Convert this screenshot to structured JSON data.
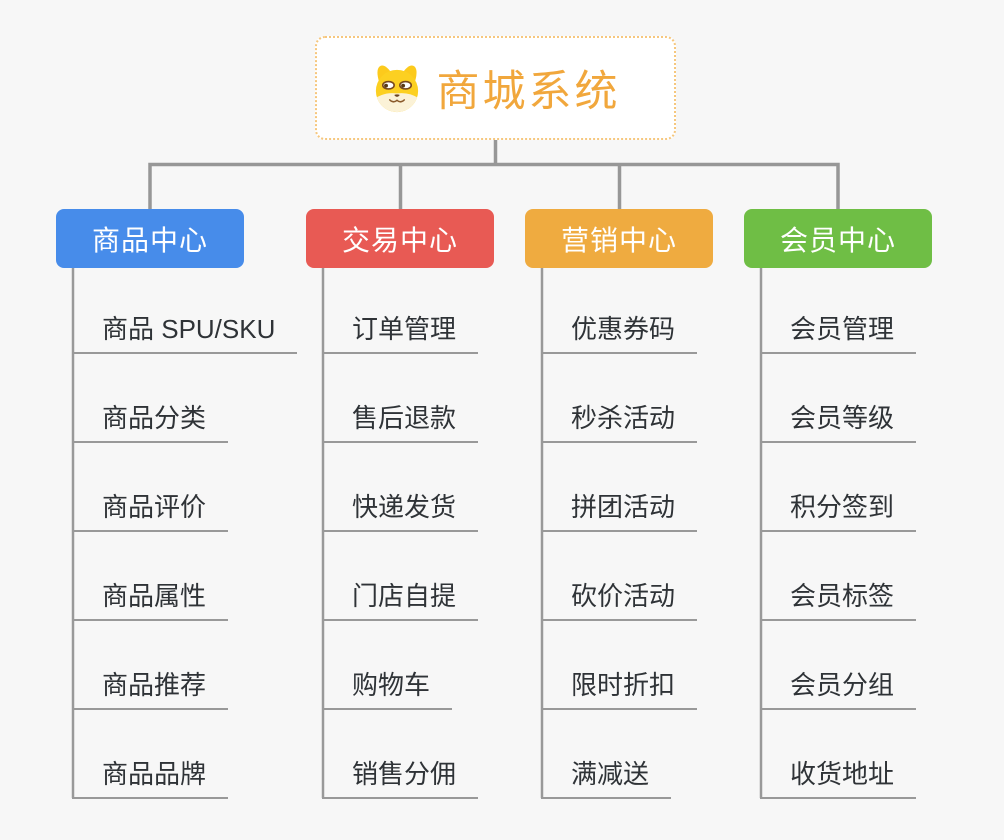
{
  "app": {
    "background_color": "#f7f7f7",
    "connector_color": "#979797",
    "branch_line_color": "#999999",
    "leaf_text_color": "#2f3337"
  },
  "root": {
    "title": "商城系统",
    "icon": "doge-icon",
    "title_color": "#f1a73c",
    "border_color": "#f6c77e"
  },
  "branches": [
    {
      "label": "商品中心",
      "color": "#478cea",
      "children": [
        "商品 SPU/SKU",
        "商品分类",
        "商品评价",
        "商品属性",
        "商品推荐",
        "商品品牌"
      ]
    },
    {
      "label": "交易中心",
      "color": "#e85a54",
      "children": [
        "订单管理",
        "售后退款",
        "快递发货",
        "门店自提",
        "购物车",
        "销售分佣"
      ]
    },
    {
      "label": "营销中心",
      "color": "#efab40",
      "children": [
        "优惠券码",
        "秒杀活动",
        "拼团活动",
        "砍价活动",
        "限时折扣",
        "满减送"
      ]
    },
    {
      "label": "会员中心",
      "color": "#6fbe45",
      "children": [
        "会员管理",
        "会员等级",
        "积分签到",
        "会员标签",
        "会员分组",
        "收货地址"
      ]
    }
  ]
}
